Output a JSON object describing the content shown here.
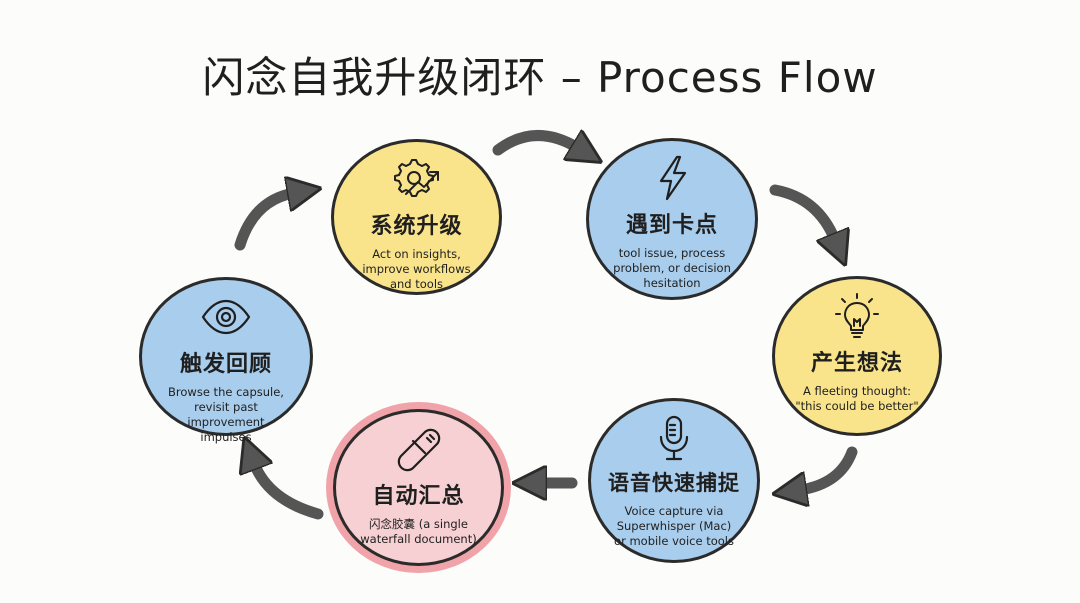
{
  "title": "闪念自我升级闭环 – Process Flow",
  "colors": {
    "yellow": "#f9e48c",
    "blue": "#a9cdec",
    "red": "#f6d0d2",
    "highlight_ring": "#f0a4a9",
    "arrow": "#555555",
    "outline": "#2b2b2b"
  },
  "nodes": [
    {
      "id": "system-upgrade",
      "label": "系统升级",
      "desc": "Act on insights, improve workflows and tools",
      "icon": "gear-trend-icon",
      "color": "yellow"
    },
    {
      "id": "hit-blocker",
      "label": "遇到卡点",
      "desc": "tool issue, process problem, or decision hesitation",
      "icon": "lightning-icon",
      "color": "blue"
    },
    {
      "id": "generate-idea",
      "label": "产生想法",
      "desc": "A fleeting thought: \"this could be better\"",
      "icon": "lightbulb-icon",
      "color": "yellow"
    },
    {
      "id": "voice-capture",
      "label": "语音快速捕捉",
      "desc": "Voice capture via Superwhisper (Mac) or mobile voice tools",
      "icon": "microphone-icon",
      "color": "blue"
    },
    {
      "id": "auto-summary",
      "label": "自动汇总",
      "desc": "闪念胶囊 (a single waterfall document)",
      "icon": "capsule-icon",
      "color": "red"
    },
    {
      "id": "trigger-review",
      "label": "触发回顾",
      "desc": "Browse the capsule, revisit past improvement impulses",
      "icon": "eye-icon",
      "color": "blue"
    }
  ]
}
